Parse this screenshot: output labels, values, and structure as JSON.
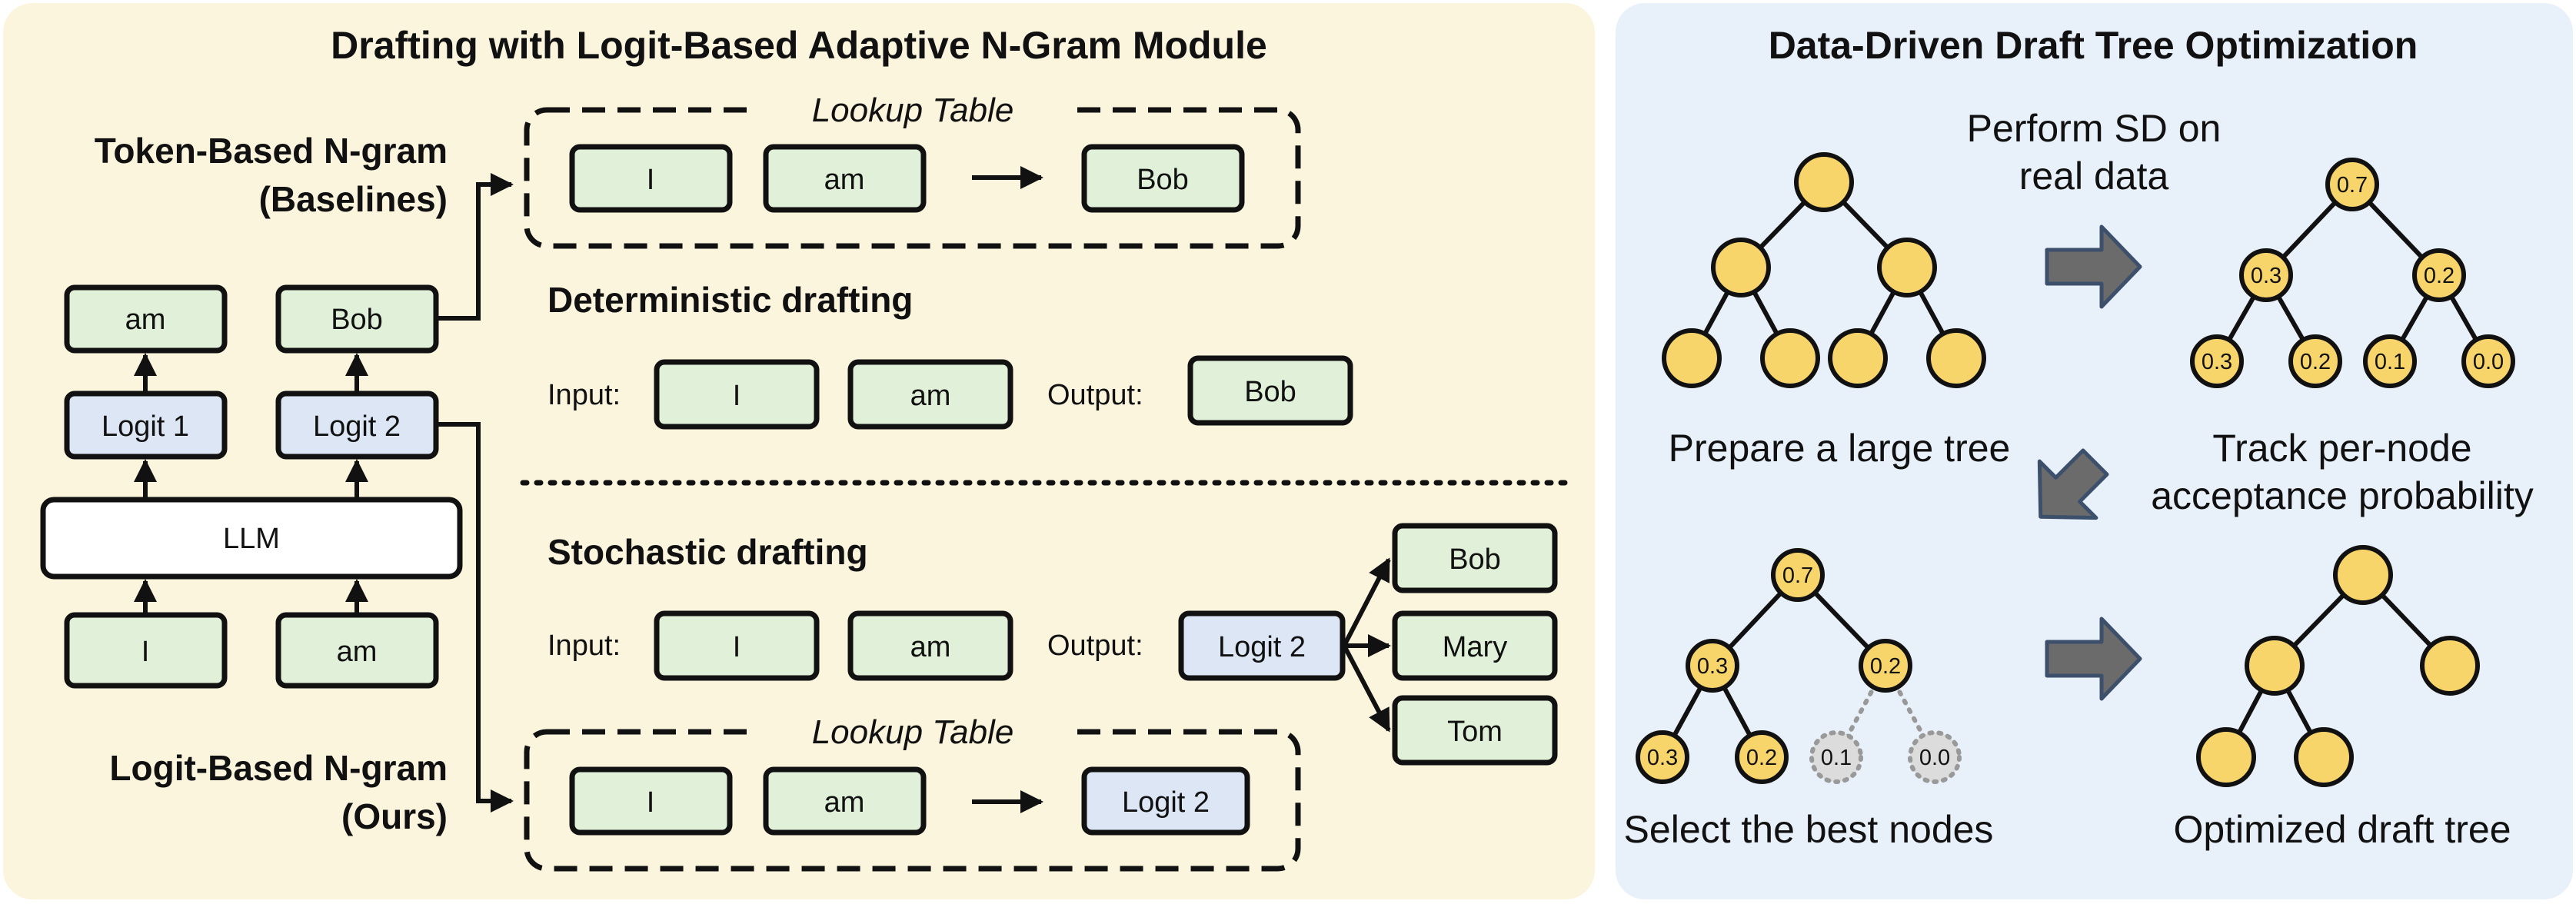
{
  "left_panel": {
    "title": "Drafting with Logit-Based Adaptive N-Gram Module",
    "token_based": {
      "line1": "Token-Based N-gram",
      "line2": "(Baselines)"
    },
    "logit_based": {
      "line1": "Logit-Based N-gram",
      "line2": "(Ours)"
    },
    "llm_stack": {
      "inputs": [
        "I",
        "am"
      ],
      "llm": "LLM",
      "logits": [
        "Logit 1",
        "Logit 2"
      ],
      "outputs": [
        "am",
        "Bob"
      ]
    },
    "lookup_top": {
      "label": "Lookup Table",
      "keys": [
        "I",
        "am"
      ],
      "value": "Bob"
    },
    "lookup_bottom": {
      "label": "Lookup Table",
      "keys": [
        "I",
        "am"
      ],
      "value": "Logit 2"
    },
    "deterministic": {
      "title": "Deterministic drafting",
      "input_label": "Input:",
      "inputs": [
        "I",
        "am"
      ],
      "output_label": "Output:",
      "output": "Bob"
    },
    "stochastic": {
      "title": "Stochastic drafting",
      "input_label": "Input:",
      "inputs": [
        "I",
        "am"
      ],
      "output_label": "Output:",
      "output": "Logit 2",
      "samples": [
        "Bob",
        "Mary",
        "Tom"
      ]
    }
  },
  "right_panel": {
    "title": "Data-Driven Draft Tree Optimization",
    "step1": "Prepare a large tree",
    "step2": {
      "line1": "Perform SD on",
      "line2": "real data"
    },
    "step3": {
      "line1": "Track per-node",
      "line2": "acceptance probability"
    },
    "step4": "Select the best nodes",
    "step5": "Optimized draft tree",
    "tracked_tree": {
      "root": "0.7",
      "mid": [
        "0.3",
        "0.2"
      ],
      "leaves": [
        "0.3",
        "0.2",
        "0.1",
        "0.0"
      ]
    },
    "selected_tree": {
      "root": "0.7",
      "mid": [
        "0.3",
        "0.2"
      ],
      "leaves": [
        "0.3",
        "0.2"
      ],
      "pruned": [
        "0.1",
        "0.0"
      ]
    }
  },
  "colors": {
    "left_bg": "#fcf5de",
    "right_bg": "#e8f0f9",
    "token_box": "#e1f0d8",
    "logit_box": "#dce6f5",
    "node_fill": "#f8d56a",
    "pruned_node": "#dcdcdc",
    "arrow_fill": "#6b6b6b",
    "arrow_stroke": "#3c4f6b"
  }
}
